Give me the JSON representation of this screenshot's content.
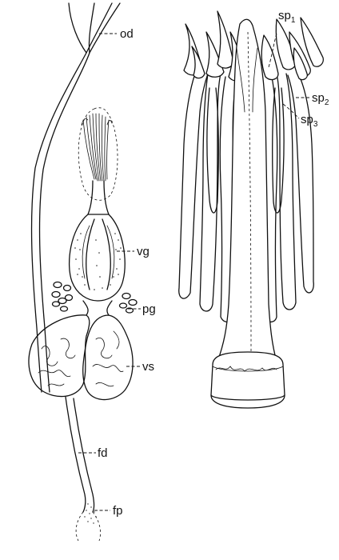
{
  "labels": {
    "od": "od",
    "vg": "vg",
    "pg": "pg",
    "vs": "vs",
    "fd": "fd",
    "fp": "fp",
    "sp1": {
      "base": "sp",
      "sub": "1"
    },
    "sp2": {
      "base": "sp",
      "sub": "2"
    },
    "sp3": {
      "base": "sp",
      "sub": "3"
    }
  }
}
